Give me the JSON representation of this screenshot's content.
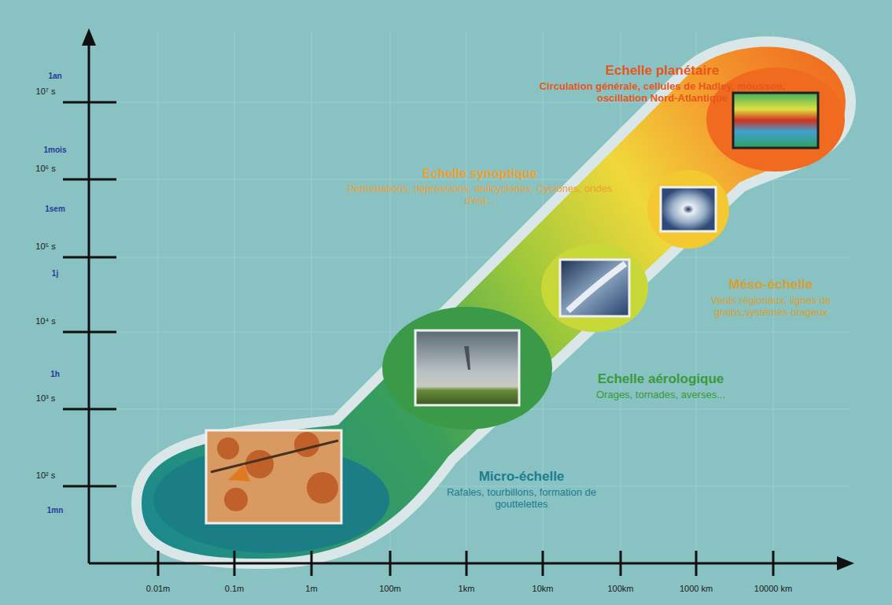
{
  "diagram": {
    "nodes": [
      {
        "text": [
          "Echelle planétaire",
          "Circulation générale, cellules de Hadley, mousson, oscillation Nord-Atlantique"
        ]
      },
      {
        "text": [
          "Echelle synoptique",
          "Perturbations, dépressions, anticyclones, Cyclones, ondes d'est..."
        ]
      },
      {
        "text": [
          "Méso-échelle",
          "Vents régionaux, lignes de grains,systèmes orageux"
        ]
      },
      {
        "text": [
          "Echelle aérologique",
          "Orages, tornades, averses..."
        ]
      },
      {
        "text": [
          "Micro-échelle",
          "Rafales, tourbillons, formation de gouttelettes"
        ]
      }
    ],
    "labels": [
      "1an",
      "10⁷ s",
      "1mois",
      "10⁶ s",
      "1sem",
      "10⁵ s",
      "1j",
      "10⁴ s",
      "1h",
      "10³ s",
      "10² s",
      "1mn",
      "0.01m",
      "0.1m",
      "1m",
      "100m",
      "1km",
      "10km",
      "100km",
      "1000 km",
      "10000 km"
    ]
  }
}
